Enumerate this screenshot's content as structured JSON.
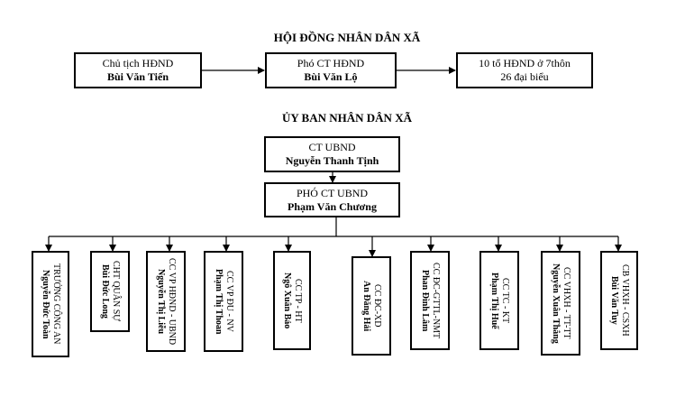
{
  "council": {
    "heading": "HỘI ĐỒNG NHÂN DÂN XÃ",
    "chairman": {
      "title": "Chủ tịch HĐND",
      "name": "Bùi Văn Tiến"
    },
    "vice_chairman": {
      "title": "Phó CT HĐND",
      "name": "Bùi Văn Lộ"
    },
    "delegates": {
      "line1": "10 tổ HĐND ở 7thôn",
      "line2": "26 đại biểu"
    }
  },
  "committee": {
    "heading": "ỦY BAN NHÂN DÂN XÃ",
    "chairman": {
      "title": "CT UBND",
      "name": "Nguyễn Thanh Tịnh"
    },
    "vice_chairman": {
      "title": "PHÓ CT UBND",
      "name": "Phạm Văn Chương"
    },
    "units": [
      {
        "title": "TRƯỞNG CÔNG AN",
        "name": "Nguyễn Đức Toàn"
      },
      {
        "title": "CHT QUÂN SỰ",
        "name": "Bùi Đức Long"
      },
      {
        "title": "CC VP HĐND - UBND",
        "name": "Nguyễn Thị Liễu"
      },
      {
        "title": "CC VP ĐU - NV",
        "name": "Phạm Thị Thoan"
      },
      {
        "title": "CC TP - HT",
        "name": "Ngô Xuân Bảo"
      },
      {
        "title": "CC ĐC-XD",
        "name": "An Đăng Hải"
      },
      {
        "title": "CC ĐC-GTTL-NMT",
        "name": "Phan Đình Lâm"
      },
      {
        "title": "CC TC - KT",
        "name": "Phạm Thị Huế"
      },
      {
        "title": "CC VHXH - TT-TT",
        "name": "Nguyễn Xuân Thắng"
      },
      {
        "title": "CB VHXH - CSXH",
        "name": "Bùi Văn Tuy"
      }
    ]
  }
}
